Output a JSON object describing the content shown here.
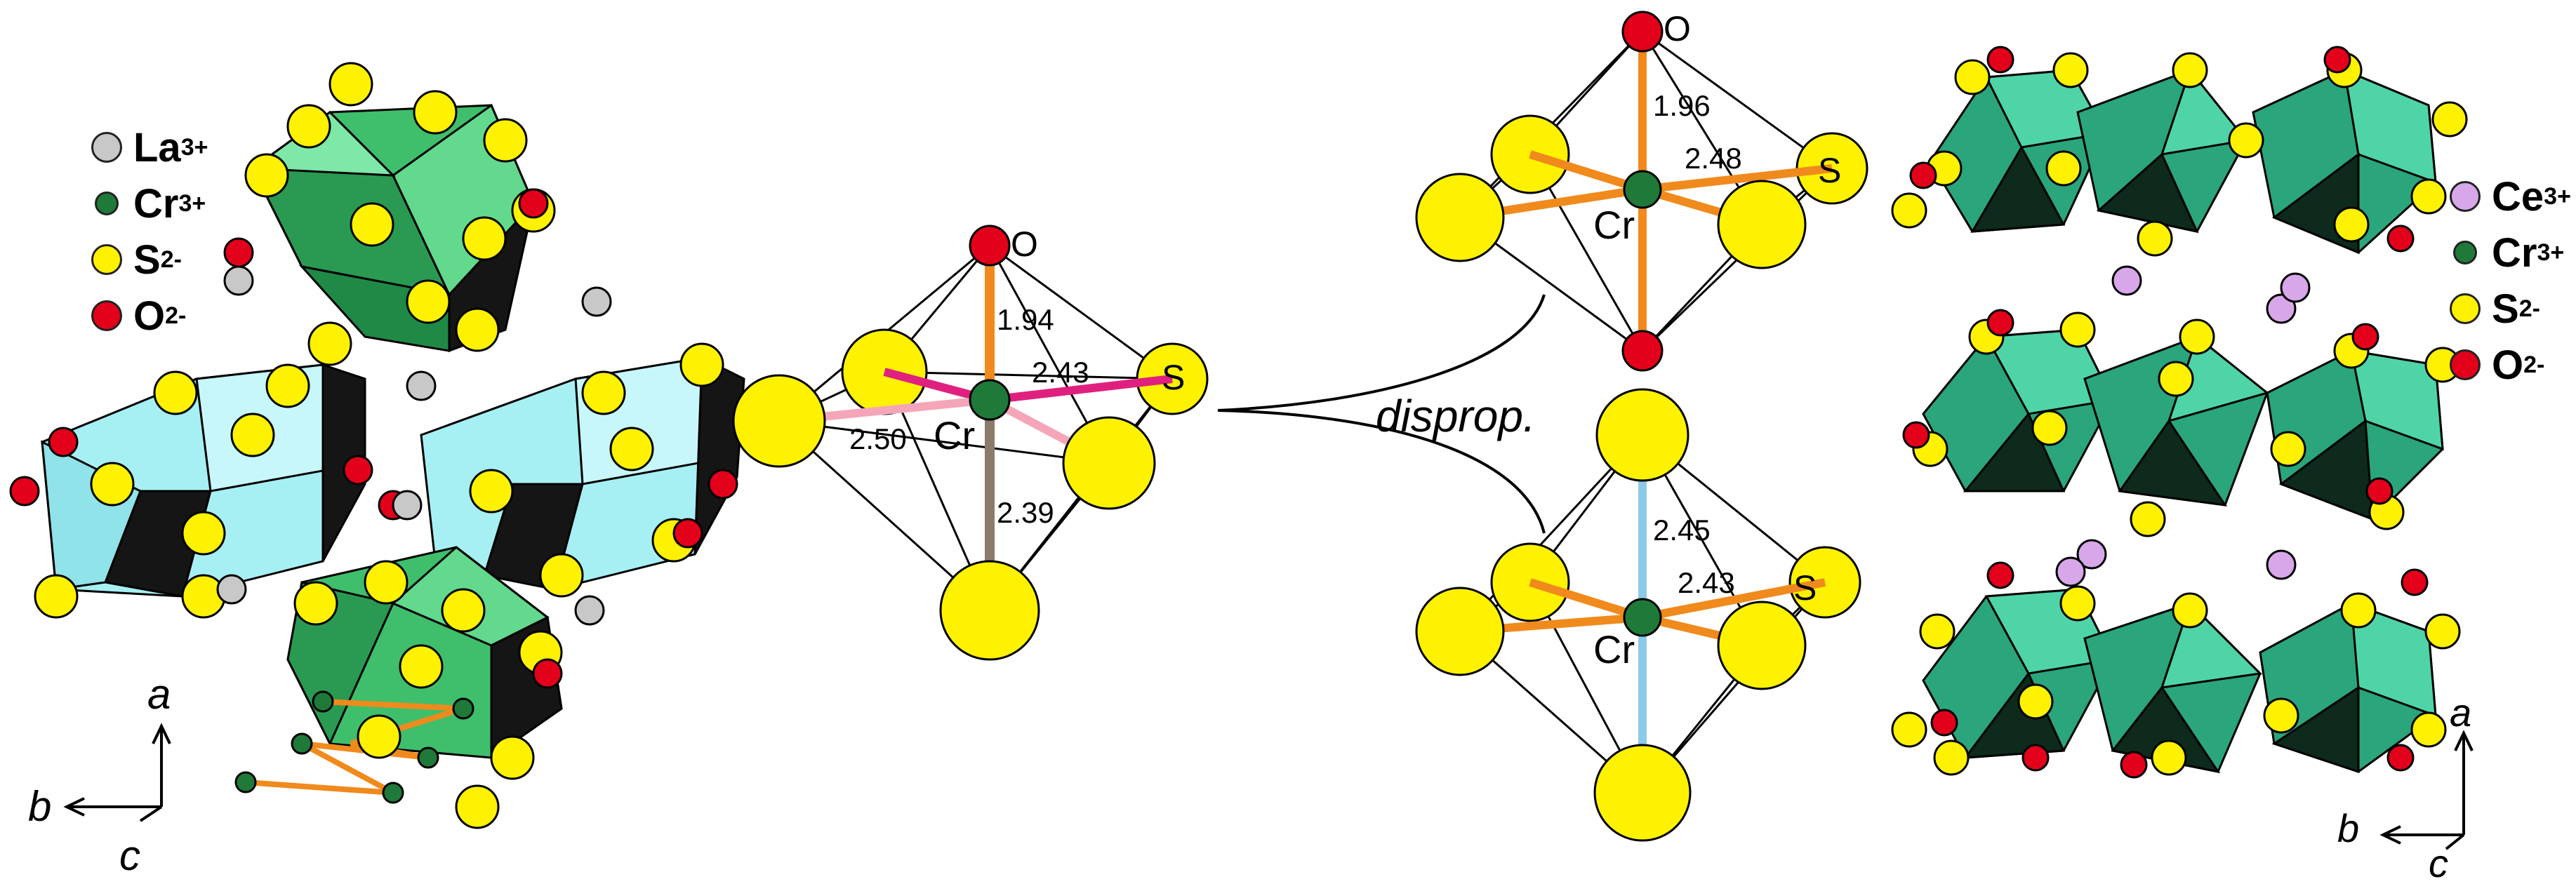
{
  "colors": {
    "la": "#c8c8c8",
    "ce": "#d7a7e9",
    "cr": "#1f7a3a",
    "s": "#fff200",
    "o": "#e3001a",
    "green_poly": "#2fae5b",
    "teal_poly": "#3cc49a",
    "cyan_poly": "#9eeef2",
    "dark_face": "#151515",
    "bond_orange": "#f08a1c",
    "bond_magenta": "#e0207f",
    "bond_pink": "#f4a6b8",
    "bond_brown": "#8c7a6a",
    "bond_blue": "#8ccbe8"
  },
  "left_legend": [
    {
      "element": "La",
      "charge": "3+",
      "color_key": "la"
    },
    {
      "element": "Cr",
      "charge": "3+",
      "color_key": "cr"
    },
    {
      "element": "S",
      "charge": "2-",
      "color_key": "s"
    },
    {
      "element": "O",
      "charge": "2-",
      "color_key": "o"
    }
  ],
  "right_legend": [
    {
      "element": "Ce",
      "charge": "3+",
      "color_key": "ce"
    },
    {
      "element": "Cr",
      "charge": "3+",
      "color_key": "cr"
    },
    {
      "element": "S",
      "charge": "2-",
      "color_key": "s"
    },
    {
      "element": "O",
      "charge": "2-",
      "color_key": "o"
    }
  ],
  "axes_left": {
    "a": "a",
    "b": "b",
    "c": "c"
  },
  "axes_right": {
    "a": "a",
    "b": "b",
    "c": "c"
  },
  "center_octahedron": {
    "o_label": "O",
    "s_label": "S",
    "cr_label": "Cr",
    "d_cr_o": "1.94",
    "d_cr_s_axial": "2.39",
    "d_cr_s_short": "2.43",
    "d_cr_s_long": "2.50"
  },
  "disprop_label": "disprop.",
  "top_octahedron": {
    "o_label": "O",
    "s_label": "S",
    "cr_label": "Cr",
    "d_cr_o": "1.96",
    "d_cr_s": "2.48"
  },
  "bottom_octahedron": {
    "s_label": "S",
    "cr_label": "Cr",
    "d_cr_s_axial": "2.45",
    "d_cr_s": "2.43"
  }
}
